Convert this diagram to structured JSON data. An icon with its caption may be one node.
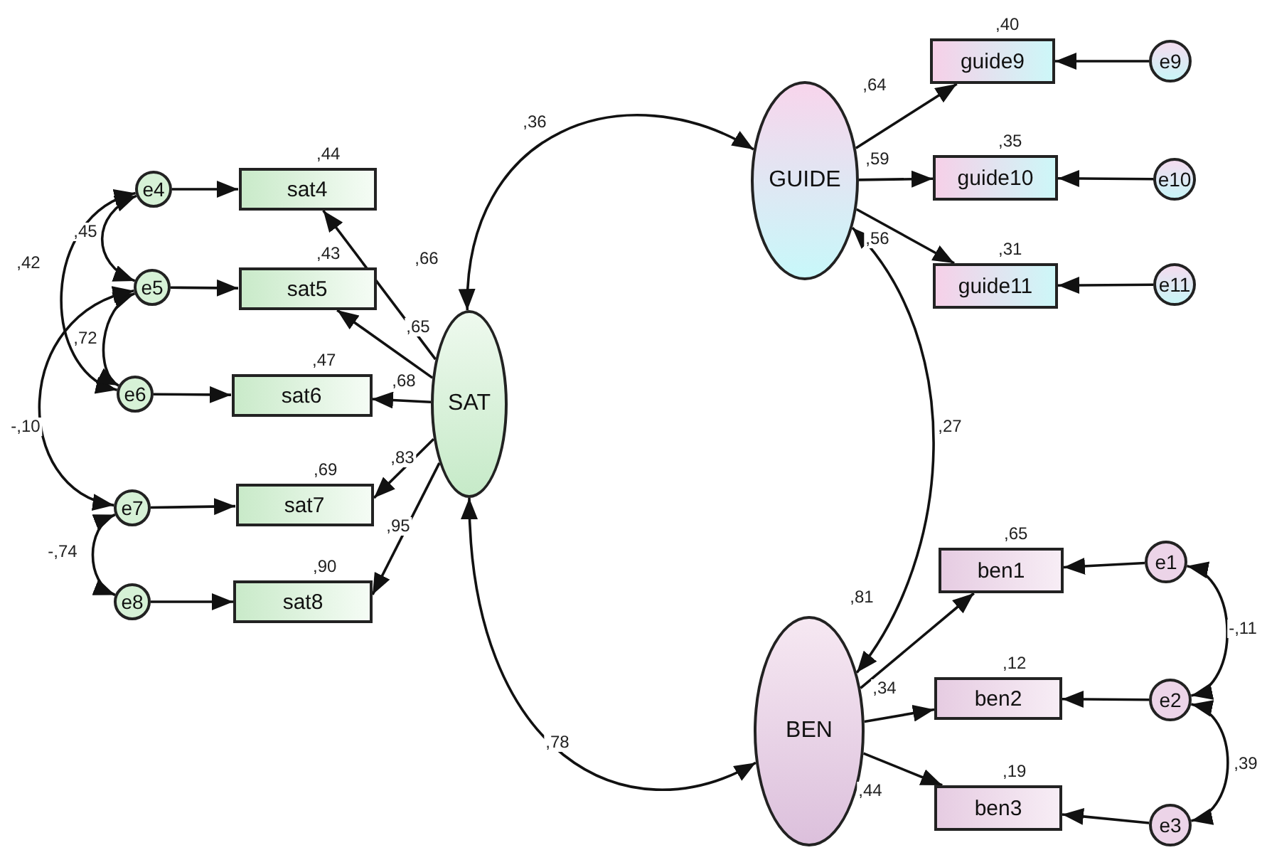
{
  "diagram": {
    "nodes": [
      {
        "text": [
          "SAT"
        ]
      },
      {
        "text": [
          "GUIDE"
        ]
      },
      {
        "text": [
          "BEN"
        ]
      },
      {
        "text": [
          "sat4"
        ],
        "beside": [
          ",44"
        ]
      },
      {
        "text": [
          "sat5"
        ],
        "beside": [
          ",43"
        ]
      },
      {
        "text": [
          "sat6"
        ],
        "beside": [
          ",47"
        ]
      },
      {
        "text": [
          "sat7"
        ],
        "beside": [
          ",69"
        ]
      },
      {
        "text": [
          "sat8"
        ],
        "beside": [
          ",90"
        ]
      },
      {
        "text": [
          "e4"
        ]
      },
      {
        "text": [
          "e5"
        ]
      },
      {
        "text": [
          "e6"
        ]
      },
      {
        "text": [
          "e7"
        ]
      },
      {
        "text": [
          "e8"
        ]
      },
      {
        "text": [
          "guide9"
        ],
        "beside": [
          ",40"
        ]
      },
      {
        "text": [
          "guide10"
        ],
        "beside": [
          ",35"
        ]
      },
      {
        "text": [
          "guide11"
        ],
        "beside": [
          ",31"
        ]
      },
      {
        "text": [
          "e9"
        ]
      },
      {
        "text": [
          "e10"
        ]
      },
      {
        "text": [
          "e11"
        ]
      },
      {
        "text": [
          "ben1"
        ],
        "beside": [
          ",65"
        ]
      },
      {
        "text": [
          "ben2"
        ],
        "beside": [
          ",12"
        ]
      },
      {
        "text": [
          "ben3"
        ],
        "beside": [
          ",19"
        ]
      },
      {
        "text": [
          "e1"
        ]
      },
      {
        "text": [
          "e2"
        ]
      },
      {
        "text": [
          "e3"
        ]
      }
    ],
    "edges": [
      {
        "from": 0,
        "to": 3,
        "arrow": "to",
        "label": ",66"
      },
      {
        "from": 0,
        "to": 4,
        "arrow": "to",
        "label": ",65"
      },
      {
        "from": 0,
        "to": 5,
        "arrow": "to",
        "label": ",68"
      },
      {
        "from": 0,
        "to": 6,
        "arrow": "to",
        "label": ",83"
      },
      {
        "from": 0,
        "to": 7,
        "arrow": "to",
        "label": ",95"
      },
      {
        "from": 8,
        "to": 3,
        "arrow": "to"
      },
      {
        "from": 9,
        "to": 4,
        "arrow": "to"
      },
      {
        "from": 10,
        "to": 5,
        "arrow": "to"
      },
      {
        "from": 11,
        "to": 6,
        "arrow": "to"
      },
      {
        "from": 12,
        "to": 7,
        "arrow": "to"
      },
      {
        "from": 8,
        "to": 9,
        "arrow": "both",
        "label": ",45"
      },
      {
        "from": 8,
        "to": 10,
        "arrow": "both",
        "label": ",42"
      },
      {
        "from": 9,
        "to": 10,
        "arrow": "both",
        "label": ",72"
      },
      {
        "from": 9,
        "to": 11,
        "arrow": "both",
        "label": "-,10"
      },
      {
        "from": 11,
        "to": 12,
        "arrow": "both",
        "label": "-,74"
      },
      {
        "from": 0,
        "to": 1,
        "arrow": "both",
        "label": ",36"
      },
      {
        "from": 0,
        "to": 2,
        "arrow": "both",
        "label": ",78"
      },
      {
        "from": 1,
        "to": 2,
        "arrow": "both",
        "label": ",27"
      },
      {
        "from": 1,
        "to": 13,
        "arrow": "to",
        "label": ",64"
      },
      {
        "from": 1,
        "to": 14,
        "arrow": "to",
        "label": ",59"
      },
      {
        "from": 1,
        "to": 15,
        "arrow": "to",
        "label": ",56"
      },
      {
        "from": 16,
        "to": 13,
        "arrow": "to"
      },
      {
        "from": 17,
        "to": 14,
        "arrow": "to"
      },
      {
        "from": 18,
        "to": 15,
        "arrow": "to"
      },
      {
        "from": 2,
        "to": 19,
        "arrow": "to",
        "label": ",81"
      },
      {
        "from": 2,
        "to": 20,
        "arrow": "to",
        "label": ",34"
      },
      {
        "from": 2,
        "to": 21,
        "arrow": "to",
        "label": ",44"
      },
      {
        "from": 22,
        "to": 19,
        "arrow": "to"
      },
      {
        "from": 23,
        "to": 20,
        "arrow": "to"
      },
      {
        "from": 24,
        "to": 21,
        "arrow": "to"
      },
      {
        "from": 22,
        "to": 23,
        "arrow": "both",
        "label": "-,11"
      },
      {
        "from": 23,
        "to": 24,
        "arrow": "both",
        "label": ",39"
      }
    ]
  }
}
